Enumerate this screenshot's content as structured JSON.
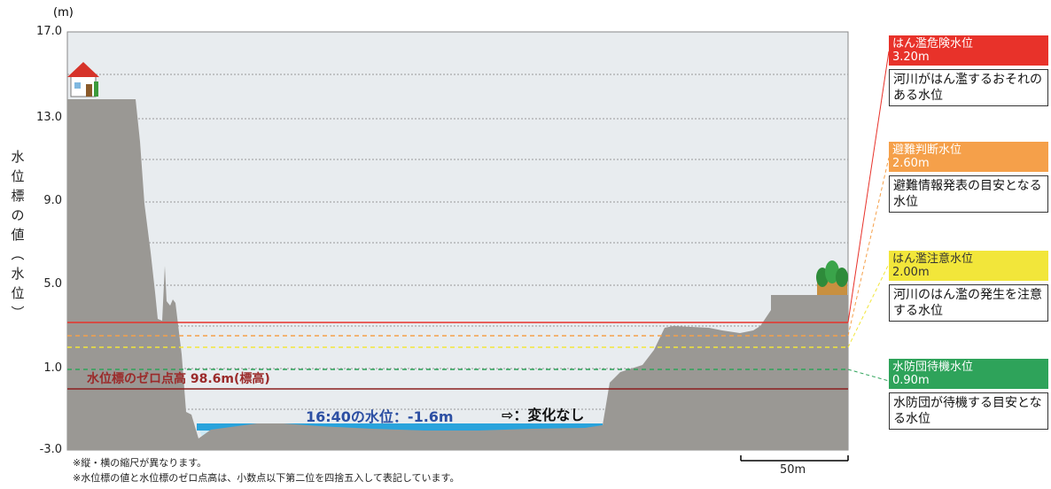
{
  "axis": {
    "unit": "(m)",
    "ylabel_chars": [
      "水",
      "位",
      "標",
      "の",
      "値",
      "︵",
      "水",
      "位",
      "︶"
    ],
    "ticks": [
      "17.0",
      "13.0",
      "9.0",
      "5.0",
      "1.0",
      "-3.0"
    ]
  },
  "zero_point_label": "水位標のゼロ点高 98.6m(標高)",
  "current_level_label": "16:40の水位：-1.6m",
  "change_label": "⇨：変化なし",
  "levels": [
    {
      "title": "はん濫危険水位",
      "value": "3.20m",
      "desc": "河川がはん濫するおそれのある水位",
      "color": "#e8322a"
    },
    {
      "title": "避難判断水位",
      "value": "2.60m",
      "desc": "避難情報発表の目安となる水位",
      "color": "#f5a04a"
    },
    {
      "title": "はん濫注意水位",
      "value": "2.00m",
      "desc": "河川のはん濫の発生を注意する水位",
      "color": "#f2e63a"
    },
    {
      "title": "水防団待機水位",
      "value": "0.90m",
      "desc": "水防団が待機する目安となる水位",
      "color": "#2ea35a"
    }
  ],
  "scale_label": "50m",
  "notes": [
    "※縦・横の縮尺が異なります。",
    "※水位標の値と水位標のゼロ点高は、小数点以下第二位を四捨五入して表記しています。"
  ]
}
